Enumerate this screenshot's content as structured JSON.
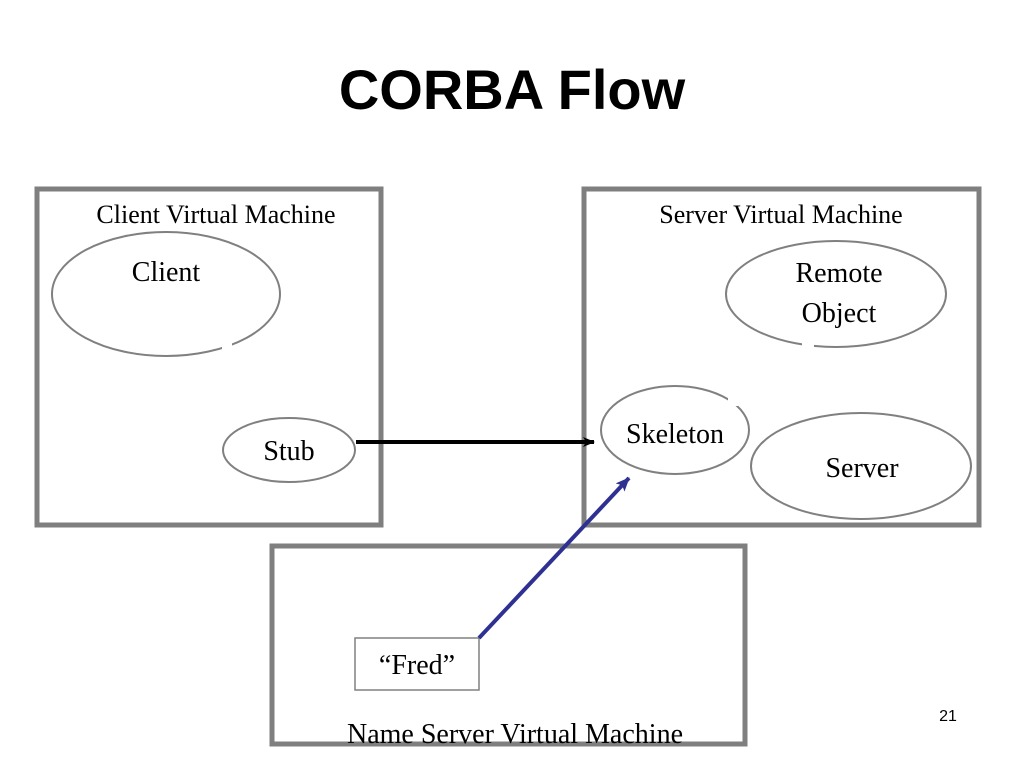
{
  "slide": {
    "title": "CORBA Flow",
    "page_number": "21"
  },
  "colors": {
    "box_border": "#7f7f7f",
    "ellipse_border": "#808080",
    "stub_arrow": "#000000",
    "lookup_arrow": "#2e3192"
  },
  "client_vm": {
    "label": "Client Virtual Machine",
    "client_label": "Client",
    "stub_label": "Stub"
  },
  "server_vm": {
    "label": "Server Virtual Machine",
    "remote_object_line1": "Remote",
    "remote_object_line2": "Object",
    "skeleton_label": "Skeleton",
    "server_label": "Server"
  },
  "name_server_vm": {
    "label": "Name Server Virtual Machine",
    "name_entry": "“Fred”"
  },
  "connections": [
    {
      "from": "Stub",
      "to": "Skeleton"
    },
    {
      "from": "“Fred”",
      "to": "Skeleton"
    }
  ]
}
